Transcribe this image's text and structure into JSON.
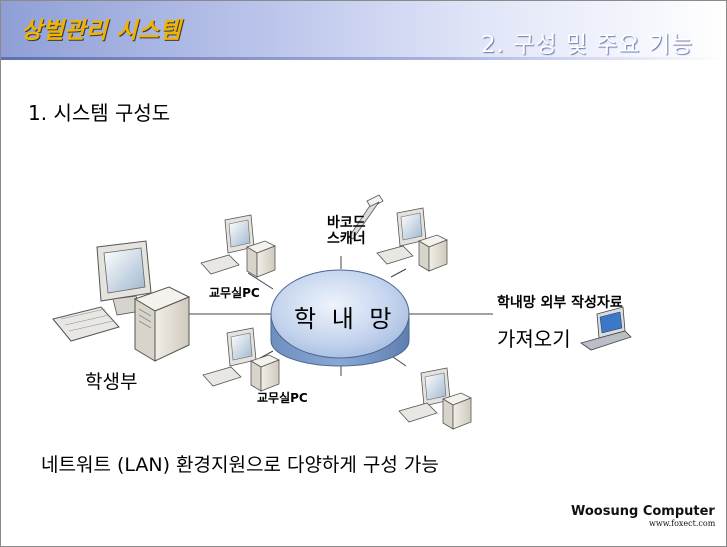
{
  "header": {
    "brand": "상벌관리 시스템",
    "section_title": "2. 구성 및 주요 기능"
  },
  "heading": "1. 시스템 구성도",
  "diagram": {
    "network_label": "학 내 망",
    "nodes": {
      "student_office": "학생부",
      "faculty_pc_top": "교무실PC",
      "faculty_pc_bottom": "교무실PC",
      "barcode_line1": "바코드",
      "barcode_line2": "스캐너",
      "external_data": "학내망 외부 작성자료",
      "fetch": "가져오기"
    }
  },
  "caption": "네트워트 (LAN) 환경지원으로 다양하게 구성 가능",
  "footer": {
    "company": "Woosung Computer",
    "website": "www.foxect.com"
  },
  "colors": {
    "header_gradient_start": "#8f9fd6",
    "brand_text": "#f0b400",
    "network_disk": "#9db6dc"
  }
}
